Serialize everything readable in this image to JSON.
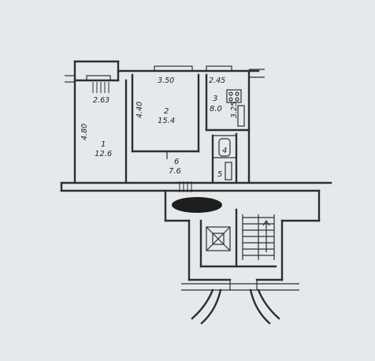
{
  "rooms": [
    {
      "number": "1",
      "area": "12.6",
      "width": "2.63",
      "length": "4.80"
    },
    {
      "number": "2",
      "area": "15.4",
      "width": "3.50",
      "length": "4.40"
    },
    {
      "number": "3",
      "area": "8.0",
      "width": "2.45",
      "length": "3.25"
    },
    {
      "number": "4"
    },
    {
      "number": "5"
    },
    {
      "number": "6",
      "area": "7.6"
    }
  ],
  "colors": {
    "paper": "#e6e9ec",
    "ink": "#2c2f33",
    "redaction": "#1e1e1e"
  },
  "icons": [
    "stove-icon",
    "bathtub-icon",
    "elevator-icon",
    "stairs-icon"
  ]
}
